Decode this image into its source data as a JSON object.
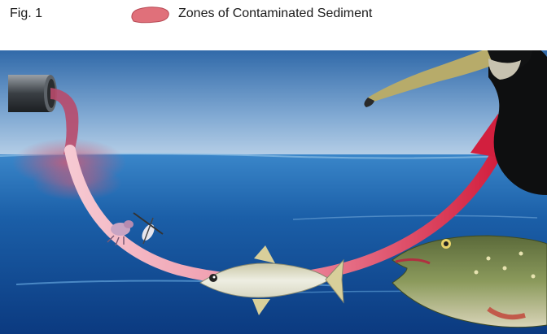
{
  "figure": {
    "label": "Fig. 1"
  },
  "legend": {
    "text": "Zones of Contaminated Sediment",
    "swatch_color": "#e0707a"
  },
  "scene": {
    "elements": [
      "outfall-pipe",
      "contamination-plume",
      "contamination-arrow",
      "zooplankton-and-insect",
      "small-fish",
      "pike",
      "cormorant"
    ],
    "colors": {
      "sky": "#4a7fb5",
      "water_surface": "#1f5fa8",
      "water_deep": "#0d3f86",
      "plume": "#c05070",
      "arrow_pale": "#f1b6c1",
      "arrow_strong": "#d21f3e"
    }
  }
}
